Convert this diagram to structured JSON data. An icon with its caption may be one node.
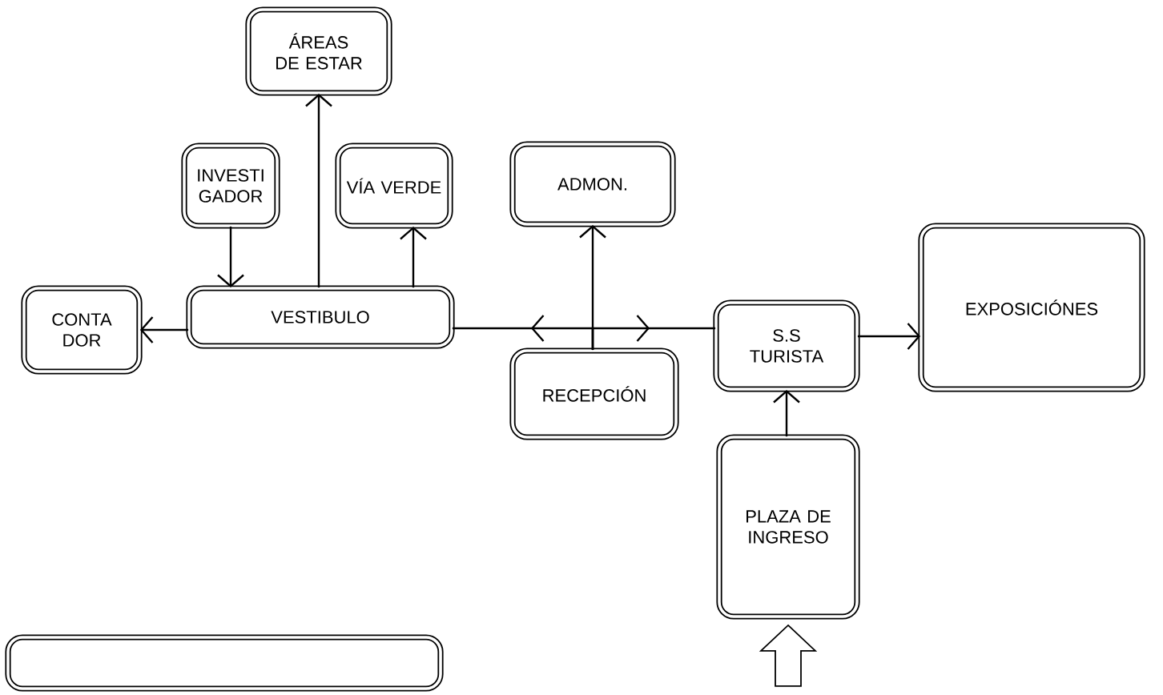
{
  "diagram": {
    "nodes": [
      {
        "text": [
          "ÁREAS DE ESTAR"
        ]
      },
      {
        "text": [
          "INVESTI GADOR"
        ]
      },
      {
        "text": [
          "VÍA VERDE"
        ]
      },
      {
        "text": [
          "ADMON."
        ]
      },
      {
        "text": [
          "CONTA DOR"
        ]
      },
      {
        "text": [
          "VESTIBULO"
        ]
      },
      {
        "text": [
          "EXPOSICIÓNES"
        ]
      },
      {
        "text": [
          "S.S TURISTA"
        ]
      },
      {
        "text": [
          "RECEPCIÓN"
        ]
      },
      {
        "text": [
          "PLAZA DE INGRESO"
        ]
      },
      {
        "text": [],
        "shape": "box"
      }
    ],
    "edges": [
      {
        "from": 5,
        "to": 0,
        "arrow": "to"
      },
      {
        "from": 1,
        "to": 5,
        "arrow": "to"
      },
      {
        "from": 5,
        "to": 2,
        "arrow": "to"
      },
      {
        "from": 5,
        "to": 4,
        "arrow": "to"
      },
      {
        "from": 8,
        "to": 5,
        "arrow": "to"
      },
      {
        "from": 8,
        "to": 7,
        "arrow": "to"
      },
      {
        "from": 8,
        "to": 3,
        "arrow": "to"
      },
      {
        "from": 7,
        "to": 6,
        "arrow": "to"
      },
      {
        "from": 9,
        "to": 7,
        "arrow": "to"
      },
      {
        "from": null,
        "to": 9,
        "arrow": "to"
      }
    ]
  }
}
